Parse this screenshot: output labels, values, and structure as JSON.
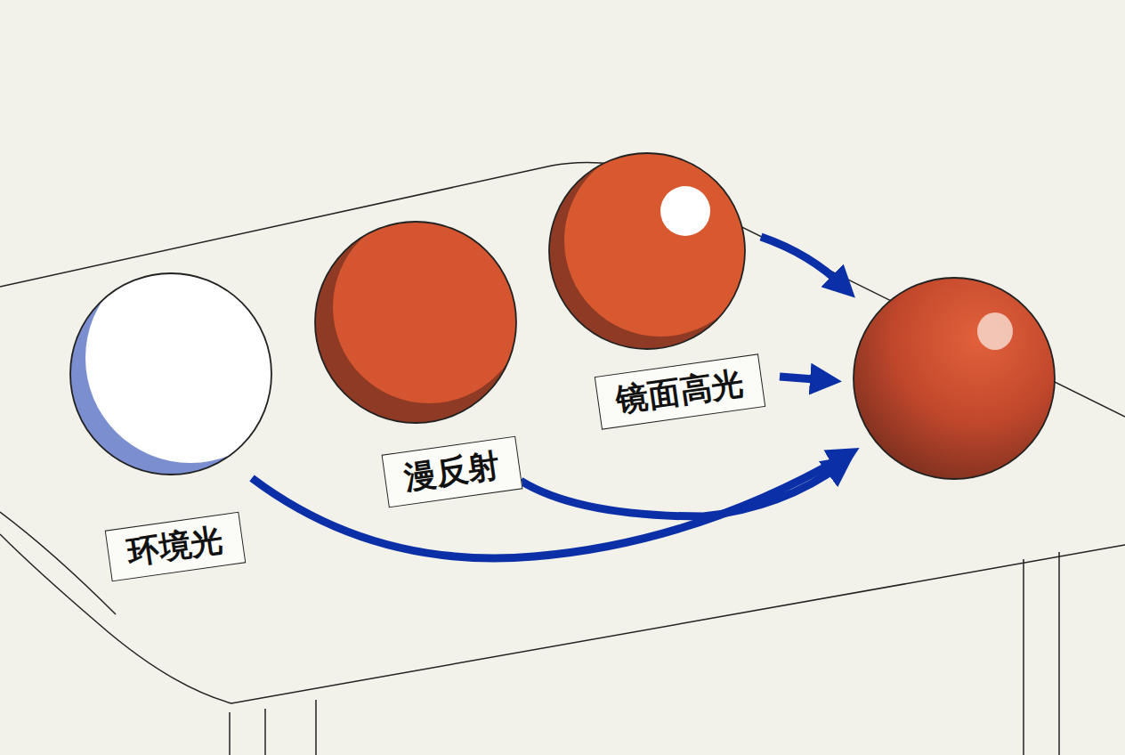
{
  "diagram": {
    "nodes": [
      {
        "text": [
          "环境光"
        ]
      },
      {
        "text": [
          "漫反射"
        ]
      },
      {
        "text": [
          "镜面高光"
        ]
      }
    ]
  }
}
